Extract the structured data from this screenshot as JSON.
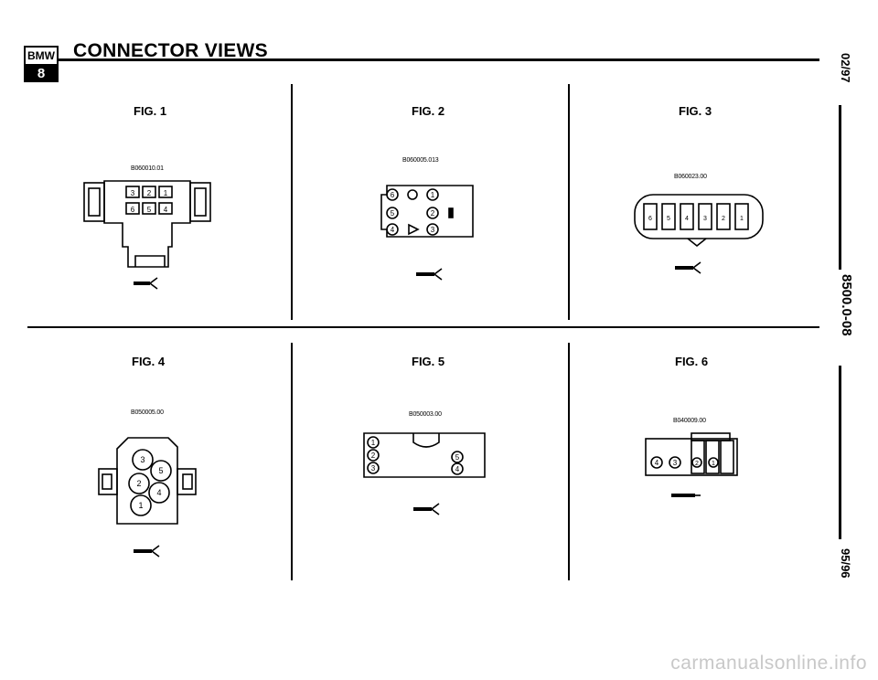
{
  "header": {
    "logo_top": "BMW",
    "logo_bottom": "8",
    "title": "CONNECTOR VIEWS"
  },
  "side": {
    "top_code": "02/97",
    "middle_code": "8500.0-08",
    "bottom_code": "95/96"
  },
  "figures": [
    {
      "label": "FIG. 1",
      "part": "B060010.01",
      "pins": [
        "3",
        "2",
        "1",
        "6",
        "5",
        "4"
      ]
    },
    {
      "label": "FIG. 2",
      "part": "B060005.013",
      "pins": [
        "6",
        "1",
        "5",
        "2",
        "4",
        "3"
      ]
    },
    {
      "label": "FIG. 3",
      "part": "B060023.00",
      "pins": [
        "6",
        "5",
        "4",
        "3",
        "2",
        "1"
      ]
    },
    {
      "label": "FIG. 4",
      "part": "B050005.00",
      "pins": [
        "3",
        "5",
        "2",
        "4",
        "1"
      ]
    },
    {
      "label": "FIG. 5",
      "part": "B050003.00",
      "pins": [
        "1",
        "2",
        "3",
        "5",
        "4"
      ]
    },
    {
      "label": "FIG. 6",
      "part": "B040009.00",
      "pins": [
        "4",
        "3",
        "2",
        "1"
      ]
    }
  ],
  "watermark": "carmanualsonline.info"
}
